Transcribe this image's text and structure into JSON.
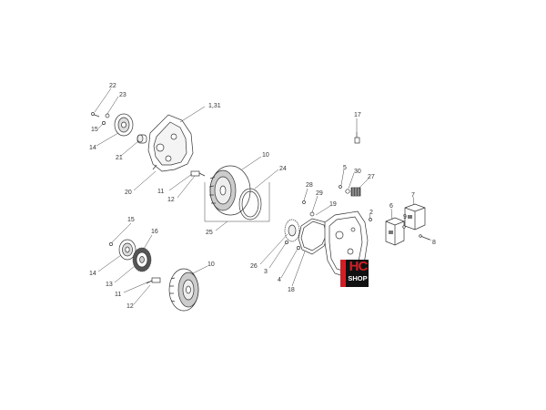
{
  "diagram": {
    "callouts": {
      "c22": "22",
      "c23": "23",
      "c15a": "15",
      "c14a": "14",
      "c21": "21",
      "c131": "1,31",
      "c20": "20",
      "c11a": "11",
      "c12a": "12",
      "c10a": "10",
      "c24": "24",
      "c25": "25",
      "c17": "17",
      "c5": "5",
      "c30": "30",
      "c27": "27",
      "c28": "28",
      "c29": "29",
      "c19": "19",
      "c2": "2",
      "c6": "6",
      "c7": "7",
      "c9": "9",
      "c8": "8",
      "c26": "26",
      "c3": "3",
      "c4": "4",
      "c18": "18",
      "c15b": "15",
      "c16": "16",
      "c14b": "14",
      "c13": "13",
      "c11b": "11",
      "c12b": "12",
      "c10b": "10"
    }
  },
  "logo": {
    "line1": "HC",
    "line2": "SHOP",
    "accent": "#d21f26",
    "background": "#111111"
  }
}
